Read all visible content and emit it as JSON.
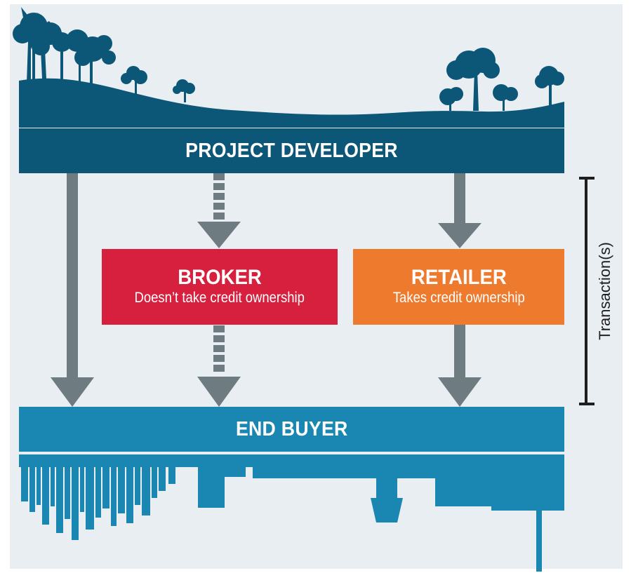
{
  "diagram": {
    "top_band": {
      "label": "PROJECT DEVELOPER"
    },
    "bottom_band": {
      "label": "END BUYER"
    },
    "broker": {
      "title": "BROKER",
      "subtitle": "Doesn’t take credit ownership"
    },
    "retailer": {
      "title": "RETAILER",
      "subtitle": "Takes credit ownership"
    },
    "bracket_label": "Transaction(s)"
  },
  "colors": {
    "top_band": "#0c5677",
    "bottom_band": "#1a87b2",
    "broker": "#d6203e",
    "retailer": "#ee7a2e",
    "arrow": "#6e7b80",
    "background": "#e8eef2"
  },
  "icons": {
    "landscape": "forest-landscape-icon",
    "city": "city-skyline-icon",
    "solid_arrow": "solid-arrow-icon",
    "dashed_arrow": "dashed-arrow-icon",
    "bracket": "bracket-icon"
  }
}
